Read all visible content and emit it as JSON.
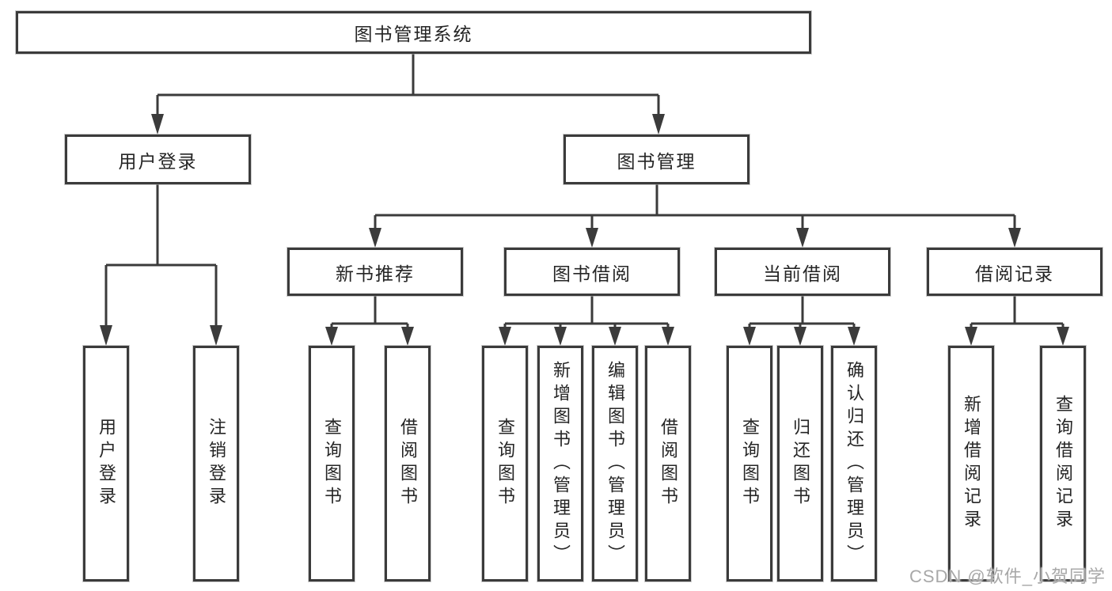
{
  "diagram": {
    "root": "图书管理系统",
    "level1": {
      "login": "用户登录",
      "manage": "图书管理"
    },
    "level2": {
      "newbook": "新书推荐",
      "borrow": "图书借阅",
      "current": "当前借阅",
      "records": "借阅记录"
    },
    "leaves": {
      "login": [
        "用户登录",
        "注销登录"
      ],
      "newbook": [
        "查询图书",
        "借阅图书"
      ],
      "borrow": [
        "查询图书",
        "新增图书（管理员）",
        "编辑图书（管理员）",
        "借阅图书"
      ],
      "current": [
        "查询图书",
        "归还图书",
        "确认归还（管理员）"
      ],
      "records": [
        "新增借阅记录",
        "查询借阅记录"
      ]
    },
    "watermark": "CSDN @软件_小贺同学"
  },
  "colors": {
    "line": "#3b3b3b",
    "border": "#3b3b3b",
    "text": "#252525",
    "watermark": "#a8a8a8",
    "background": "#ffffff"
  }
}
